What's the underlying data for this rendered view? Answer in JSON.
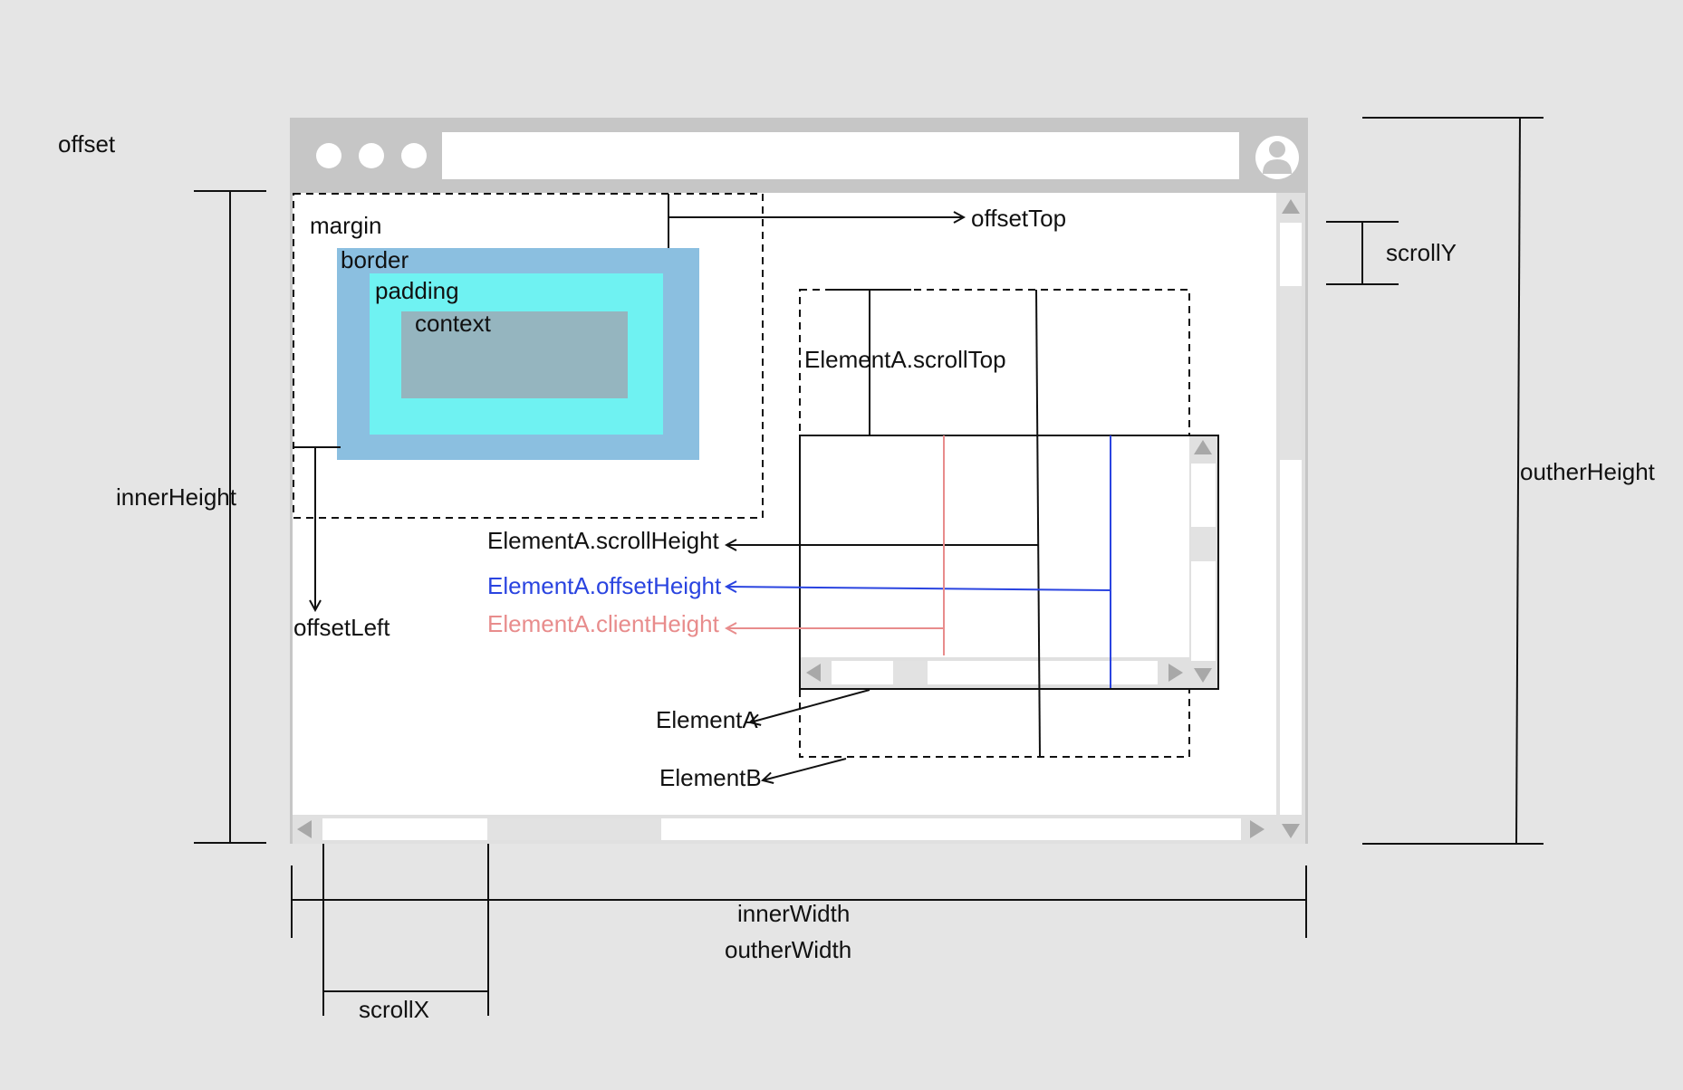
{
  "colors": {
    "background": "#e5e5e5",
    "browser_frame": "#c6c6c6",
    "viewport": "#ffffff",
    "border_box": "#8bbfe0",
    "padding_box": "#6ff2f2",
    "content_box": "#95b5bf",
    "offset_height": "#2a44e0",
    "client_height": "#e88c8c",
    "scrollbar_track": "#e2e2e2",
    "scrollbar_arrow": "#a8a8a8"
  },
  "icons": {
    "window_dots": "traffic-light-dots",
    "profile": "user-avatar-icon",
    "scroll_up": "triangle-up-icon",
    "scroll_down": "triangle-down-icon",
    "scroll_left": "triangle-left-icon",
    "scroll_right": "triangle-right-icon"
  },
  "labels": {
    "offset": "offset",
    "margin": "margin",
    "border": "border",
    "padding": "padding",
    "context": "context",
    "offset_top": "offsetTop",
    "offset_left": "offsetLeft",
    "scroll_y": "scrollY",
    "scroll_x": "scrollX",
    "inner_height": "innerHeight",
    "outher_height": "outherHeight",
    "inner_width": "innerWidth",
    "outher_width": "outherWidth",
    "element_a_scroll_top": "ElementA.scrollTop",
    "element_a_scroll_height": "ElementA.scrollHeight",
    "element_a_offset_height": "ElementA.offsetHeight",
    "element_a_client_height": "ElementA.clientHeight",
    "element_a": "ElementA",
    "element_b": "ElementB"
  }
}
